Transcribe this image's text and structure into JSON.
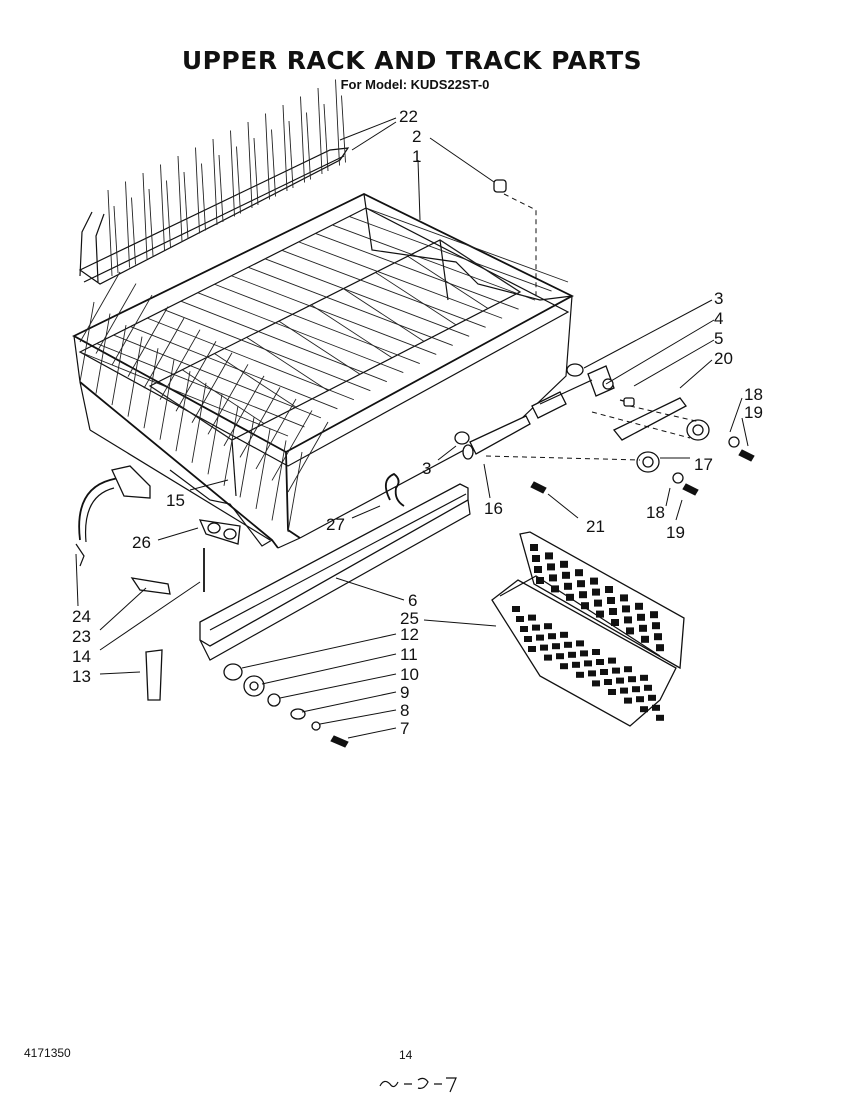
{
  "title": "UPPER RACK AND TRACK PARTS",
  "subtitle": "For Model: KUDS22ST-0",
  "callouts": [
    "22",
    "2",
    "1",
    "3",
    "4",
    "5",
    "20",
    "18",
    "19",
    "17",
    "3",
    "16",
    "21",
    "18",
    "19",
    "15",
    "27",
    "26",
    "6",
    "25",
    "24",
    "23",
    "14",
    "13",
    "12",
    "11",
    "10",
    "9",
    "8",
    "7"
  ],
  "footer": {
    "doc_number": "4171350",
    "page_number": "14"
  }
}
